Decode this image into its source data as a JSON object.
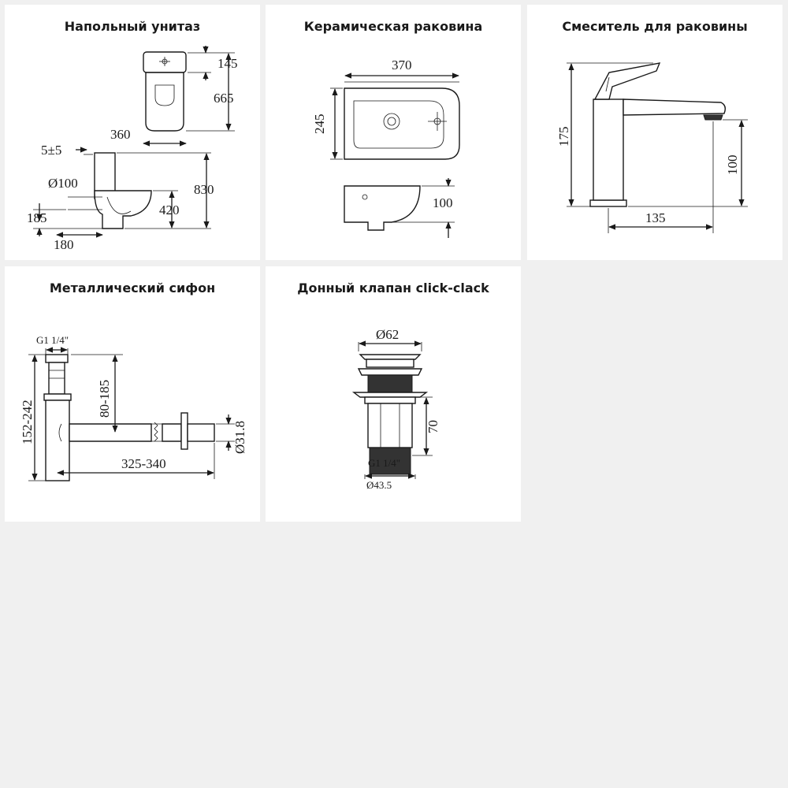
{
  "cards": [
    {
      "title": "Напольный унитаз",
      "dims": {
        "d145": "145",
        "d665": "665",
        "d360": "360",
        "d5": "5±5",
        "d100": "Ø100",
        "d830": "830",
        "d185": "185",
        "d420": "420",
        "d180": "180"
      }
    },
    {
      "title": "Керамическая раковина",
      "dims": {
        "d370": "370",
        "d245": "245",
        "d100": "100"
      }
    },
    {
      "title": "Смеситель для раковины",
      "dims": {
        "d175": "175",
        "d100": "100",
        "d135": "135"
      }
    },
    {
      "title": "Металлический сифон",
      "dims": {
        "g": "G1 1/4\"",
        "d80": "80-185",
        "d152": "152-242",
        "d318": "Ø31.8",
        "d325": "325-340"
      }
    },
    {
      "title": "Донный клапан click-clack",
      "dims": {
        "d62": "Ø62",
        "d70": "70",
        "g": "G1 1/4\"",
        "d435": "Ø43.5"
      }
    }
  ],
  "colors": {
    "background": "#f0f0f0",
    "card": "#ffffff",
    "line": "#1a1a1a"
  }
}
